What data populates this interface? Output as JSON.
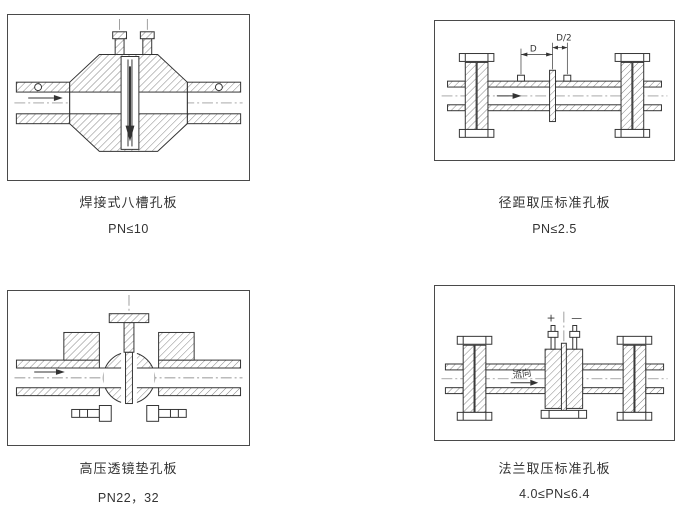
{
  "page": {
    "background": "#ffffff",
    "line_color": "#333333",
    "border_color": "#4a4a4a"
  },
  "figures": [
    {
      "id": "welded-eight-slot-orifice",
      "caption": "焊接式八槽孔板",
      "rating": "PN≤10"
    },
    {
      "id": "radius-tap-standard-orifice",
      "caption": "径距取压标准孔板",
      "rating": "PN≤2.5",
      "labels": {
        "d": "D",
        "d_half": "D/2"
      }
    },
    {
      "id": "high-pressure-lens-gasket-orifice",
      "caption": "高压透镜垫孔板",
      "rating": "PN22，32"
    },
    {
      "id": "flange-tap-standard-orifice",
      "caption": "法兰取压标准孔板",
      "rating": "4.0≤PN≤6.4",
      "labels": {
        "plus": "+",
        "minus": "—",
        "flow": "流向"
      }
    }
  ]
}
